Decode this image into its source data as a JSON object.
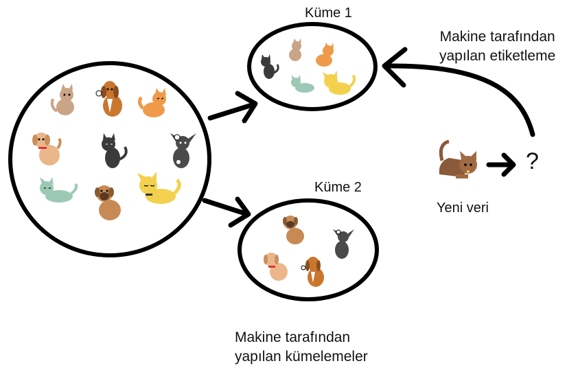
{
  "cluster_1": {
    "title": "Küme 1"
  },
  "cluster_2": {
    "title": "Küme 2"
  },
  "machine_labeling": {
    "line1": "Makine tarafından",
    "line2": "yapılan etiketleme"
  },
  "machine_clustering": {
    "line1": "Makine tarafından",
    "line2": "yapılan kümelemeler"
  },
  "new_data": {
    "label": "Yeni veri",
    "unknown_symbol": "?"
  },
  "colors": {
    "outline": "#000000",
    "cat_orange": "#f0a34a",
    "cat_ginger": "#e98a38",
    "cat_brown": "#b07a52",
    "cat_black": "#3a3a3a",
    "cat_mint": "#9cc9b5",
    "cat_yellow": "#f3d04e",
    "dog_tan": "#e9b98a",
    "dog_brown": "#b86a2e",
    "dog_gray": "#4a4a4a"
  },
  "icons": [
    "cat-icon",
    "dog-icon",
    "arrow-icon"
  ]
}
